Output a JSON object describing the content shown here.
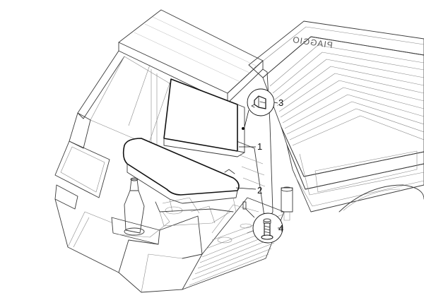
{
  "diagram": {
    "callouts": [
      {
        "label": "1",
        "part": "seat-backrest"
      },
      {
        "label": "2",
        "part": "seat-cushion"
      },
      {
        "label": "3",
        "part": "clip"
      },
      {
        "label": "4",
        "part": "screw"
      }
    ],
    "bed_text": "PIAGGIO"
  },
  "icons": {
    "clip": "clip-detail-icon",
    "screw": "screw-detail-icon"
  }
}
